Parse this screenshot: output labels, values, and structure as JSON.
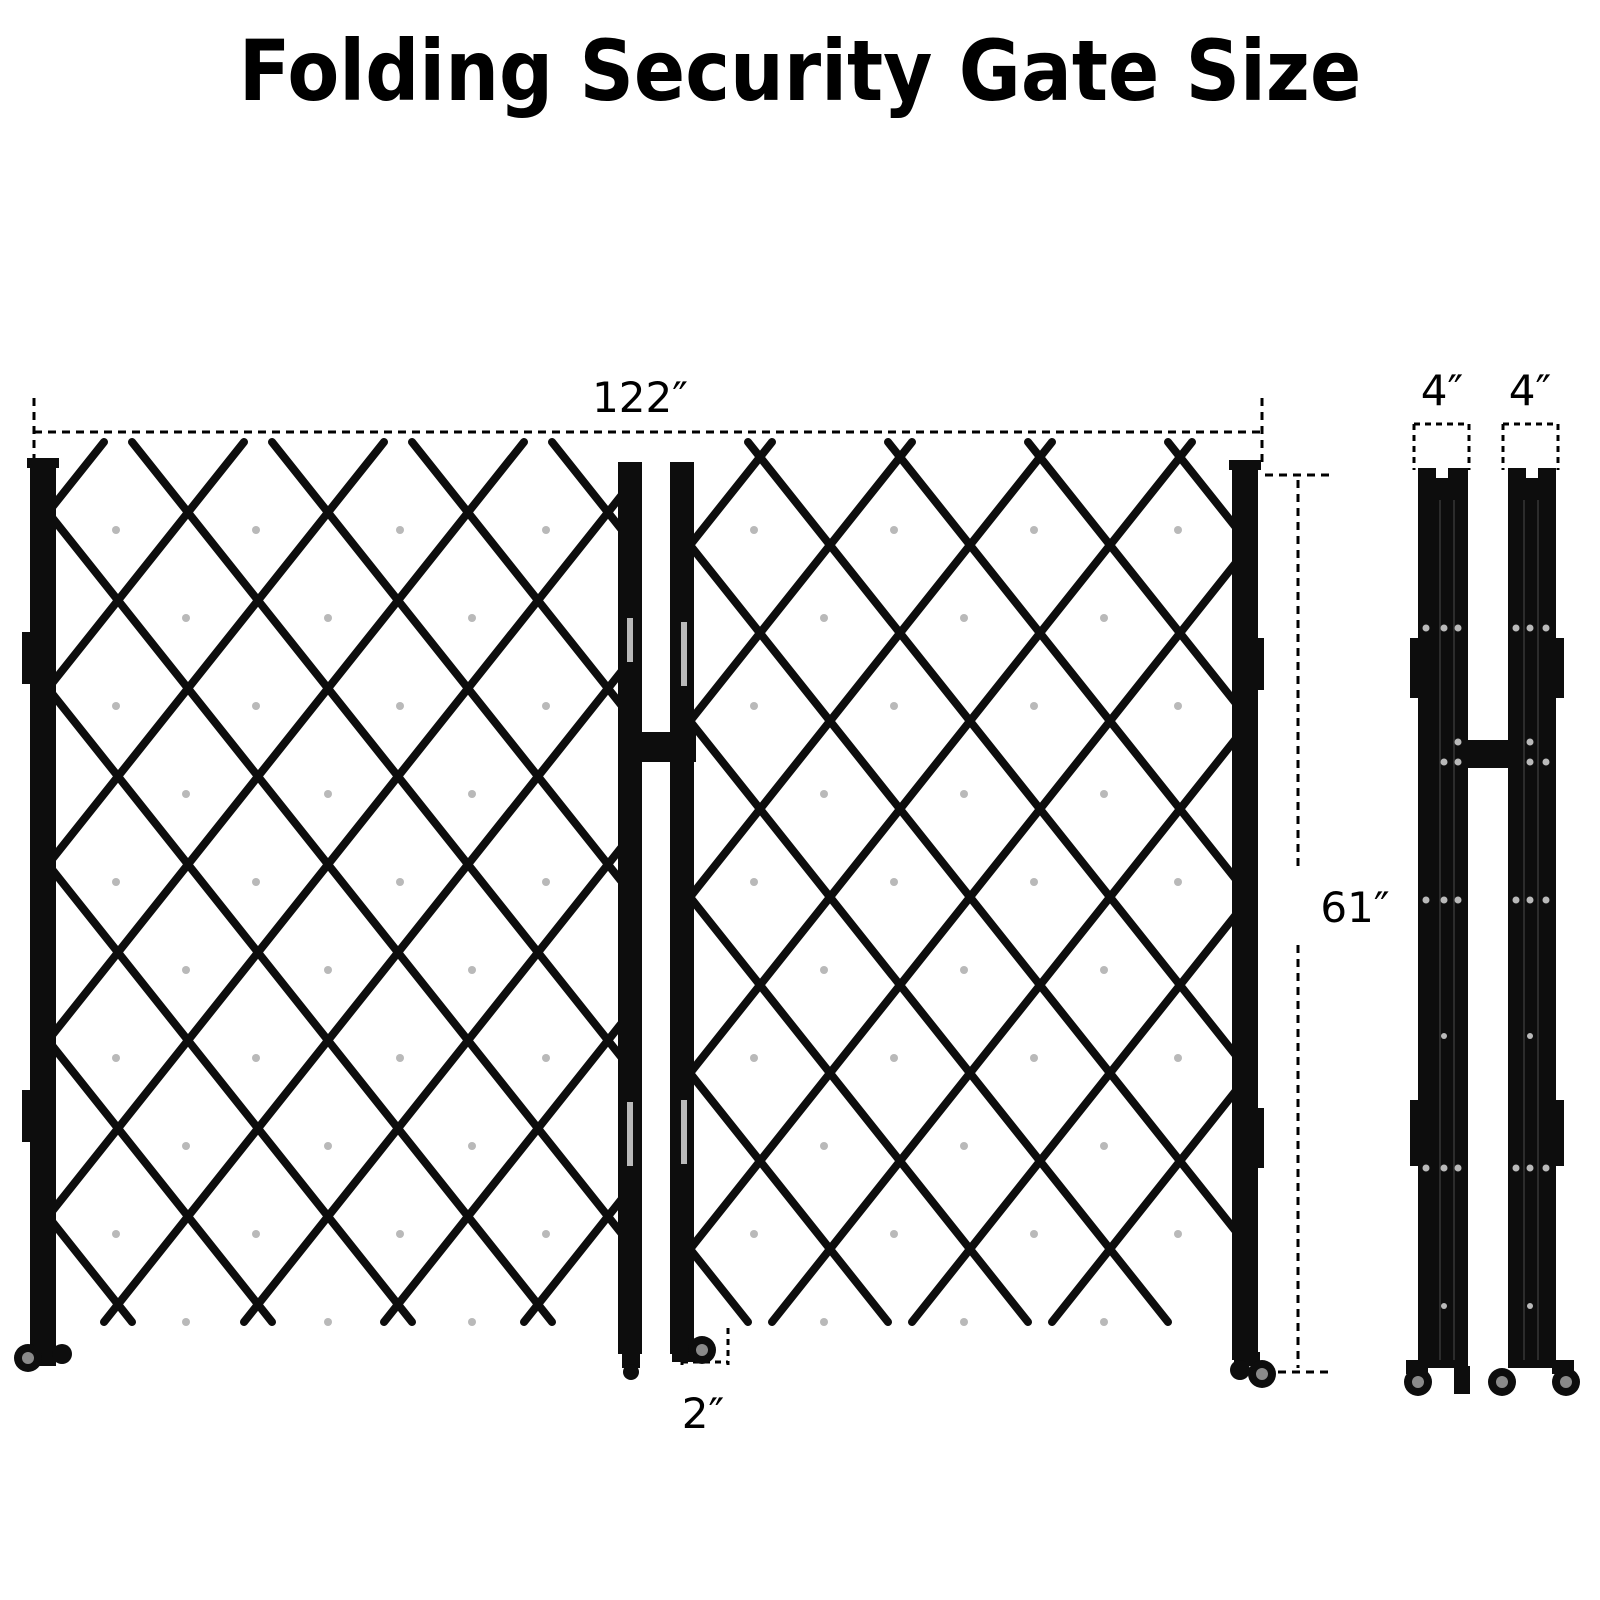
{
  "title": "Folding Security Gate Size",
  "dimensions": {
    "total_width": "122″",
    "height": "61″",
    "wheel_width": "2″",
    "folded_left_depth": "4″",
    "folded_right_depth": "4″"
  },
  "colors": {
    "gate": "#0d0d0d",
    "rivet": "#b9b9b9",
    "background": "#ffffff"
  }
}
